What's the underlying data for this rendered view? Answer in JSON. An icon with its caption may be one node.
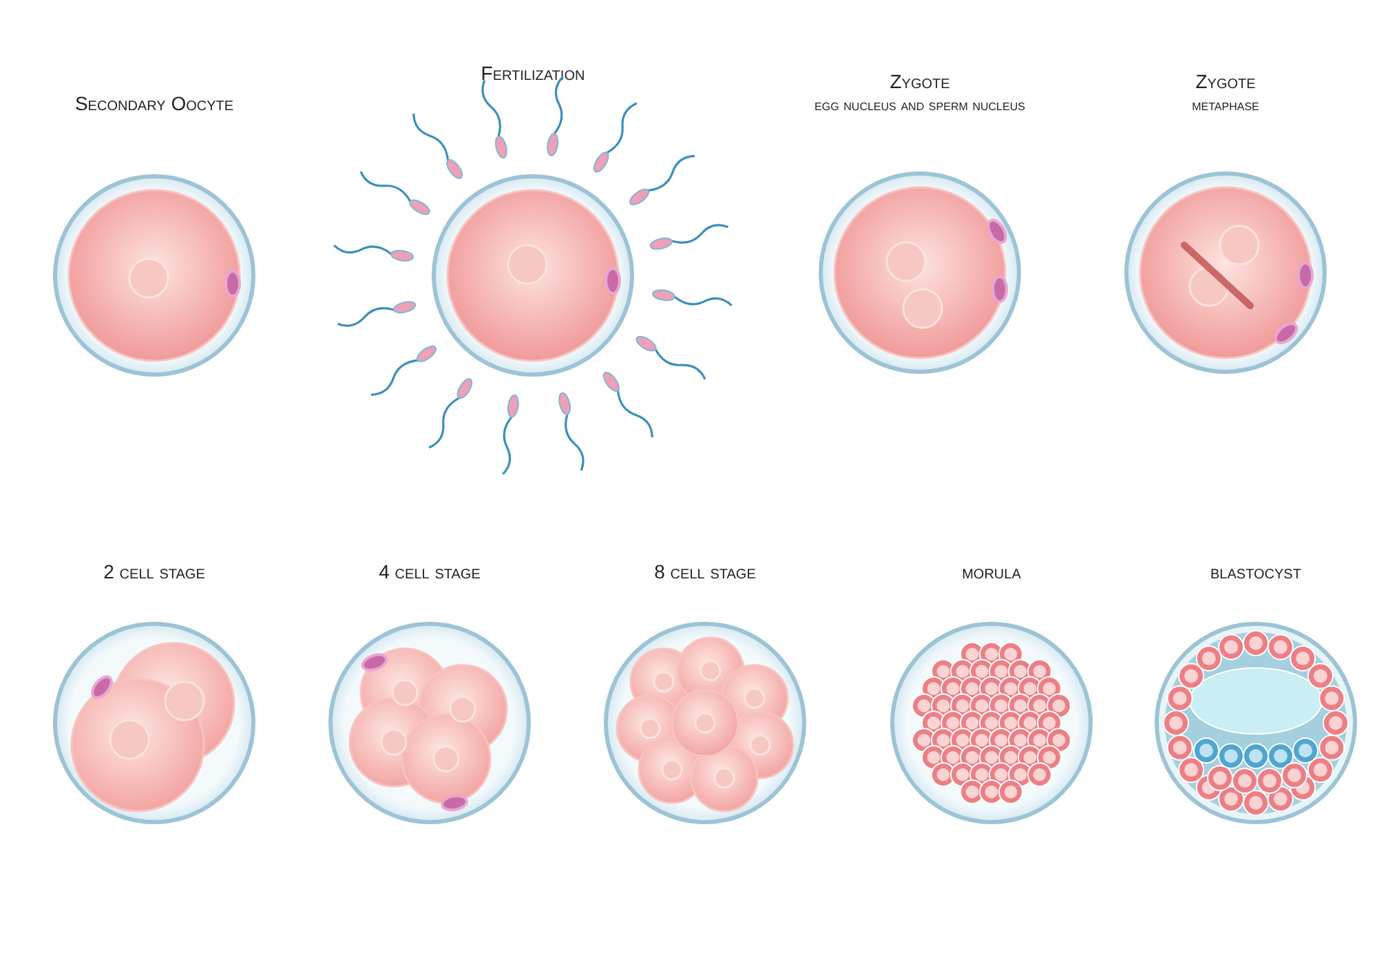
{
  "diagram": {
    "nodes": [
      {
        "text": [
          "Secondary Oocyte"
        ]
      },
      {
        "text": [
          "Fertilization"
        ]
      },
      {
        "text": [
          "Zygote",
          "egg nucleus and sperm nucleus"
        ]
      },
      {
        "text": [
          "Zygote",
          "metaphase"
        ]
      },
      {
        "text": [
          "2 cell stage"
        ]
      },
      {
        "text": [
          "4 cell stage"
        ]
      },
      {
        "text": [
          "8 cell stage"
        ]
      },
      {
        "text": [
          "morula"
        ]
      },
      {
        "text": [
          "blastocyst"
        ]
      }
    ]
  }
}
